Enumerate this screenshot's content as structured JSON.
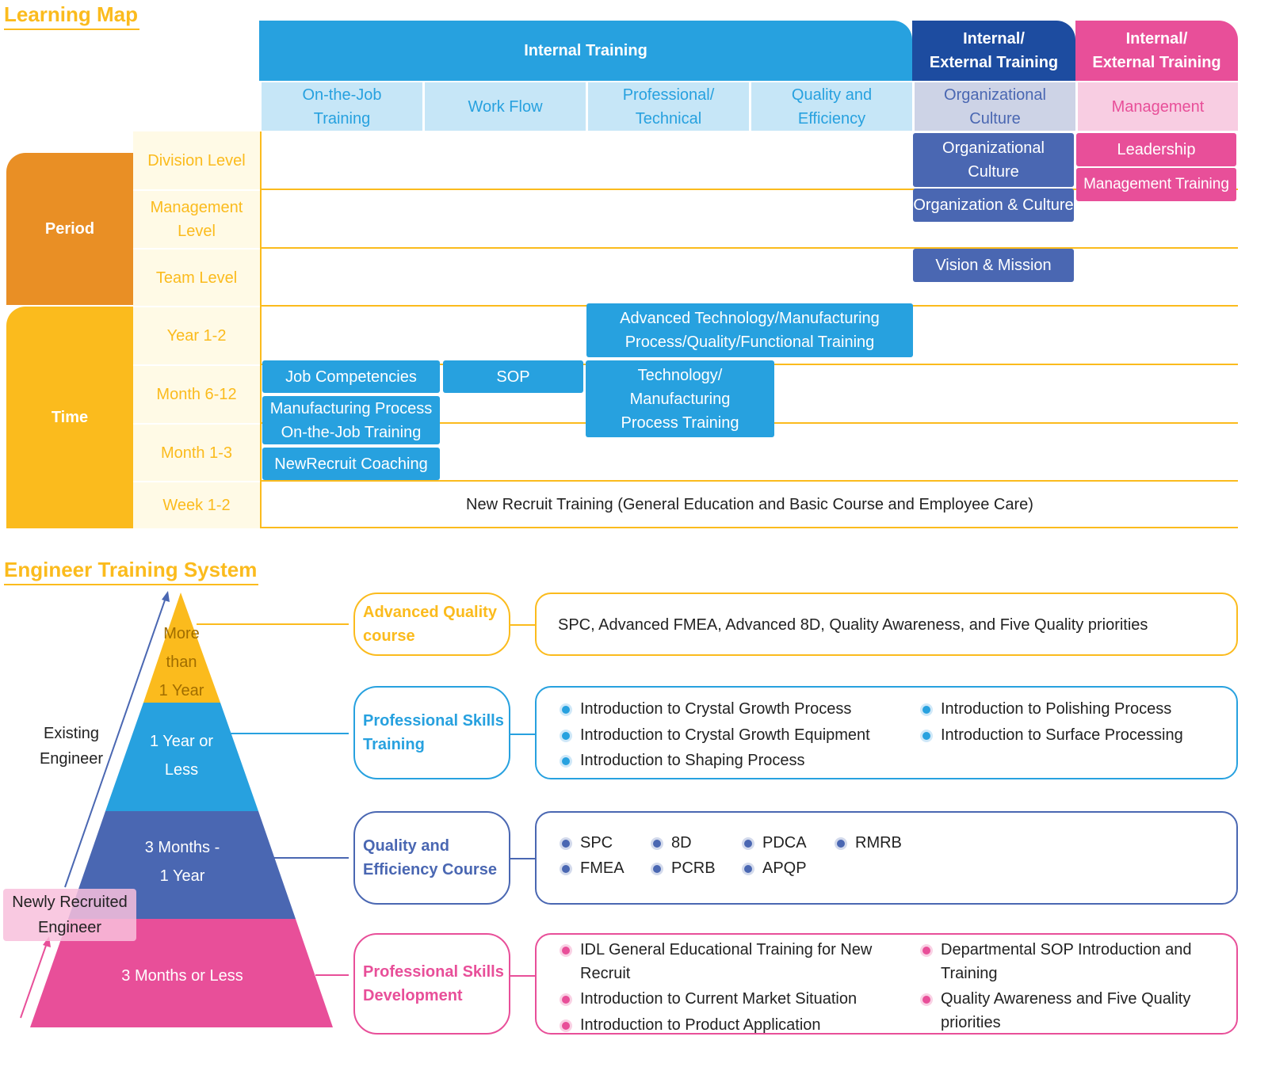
{
  "learning_map": {
    "title": "Learning Map",
    "headers": {
      "internal": "Internal Training",
      "internal_external_1": "Internal/\nExternal Training",
      "internal_external_2": "Internal/\nExternal Training"
    },
    "subheaders": {
      "ojt": "On-the-Job\nTraining",
      "workflow": "Work Flow",
      "professional": "Professional/\nTechnical",
      "quality": "Quality and\nEfficiency",
      "culture": "Organizational\nCulture",
      "management": "Management"
    },
    "groups": {
      "period": "Period",
      "time": "Time"
    },
    "levels": {
      "division": "Division Level",
      "management": "Management\nLevel",
      "team": "Team Level",
      "year12": "Year 1-2",
      "month612": "Month 6-12",
      "month13": "Month 1-3",
      "week12": "Week 1-2"
    },
    "boxes": {
      "org_culture": "Organizational\nCulture",
      "leadership": "Leadership",
      "mgmt_training": "Management Training",
      "org_and_culture": "Organization & Culture",
      "vision": "Vision & Mission",
      "advanced_tech": "Advanced Technology/Manufacturing\nProcess/Quality/Functional Training",
      "job_comp": "Job Competencies",
      "sop": "SOP",
      "tech_mfg": "Technology/\nManufacturing\nProcess  Training",
      "mfg_ojt": "Manufacturing Process\nOn-the-Job Training",
      "newrecruit_coaching": "NewRecruit Coaching",
      "new_recruit_training": "New Recruit Training (General Education and Basic Course and Employee Care)"
    },
    "colors": {
      "yellow": "#fbbb1d",
      "orange": "#e98f25",
      "blue": "#27a1df",
      "navy": "#4a67b2",
      "dark_blue": "#1d4ca0",
      "pink": "#e84f99"
    }
  },
  "engineer": {
    "title": "Engineer Training System",
    "pyramid": {
      "top": "More\nthan\n1 Year",
      "second": "1 Year or\nLess",
      "third": "3 Months -\n1 Year",
      "bottom": "3 Months or Less"
    },
    "labels": {
      "existing": "Existing\nEngineer",
      "newly": "Newly Recruited\nEngineer"
    },
    "courses": {
      "advanced": {
        "name": "Advanced Quality\ncourse",
        "text": "SPC, Advanced FMEA, Advanced 8D, Quality Awareness, and Five Quality priorities"
      },
      "professional": {
        "name": "Professional Skills\nTraining",
        "items": [
          "Introduction to Crystal Growth Process",
          "Introduction to Polishing Process",
          "Introduction to Crystal Growth Equipment",
          "Introduction to Surface Processing",
          "Introduction to Shaping Process"
        ]
      },
      "quality": {
        "name": "Quality and\nEfficiency Course",
        "items": [
          "SPC",
          "8D",
          "PDCA",
          "RMRB",
          "FMEA",
          "PCRB",
          "APQP"
        ]
      },
      "development": {
        "name": "Professional Skills\nDevelopment",
        "items": [
          "IDL General Educational Training for New Recruit",
          "Departmental SOP Introduction and Training",
          "Introduction to Current Market Situation",
          "Quality Awareness and Five Quality priorities",
          "Introduction to Product Application"
        ]
      }
    }
  }
}
